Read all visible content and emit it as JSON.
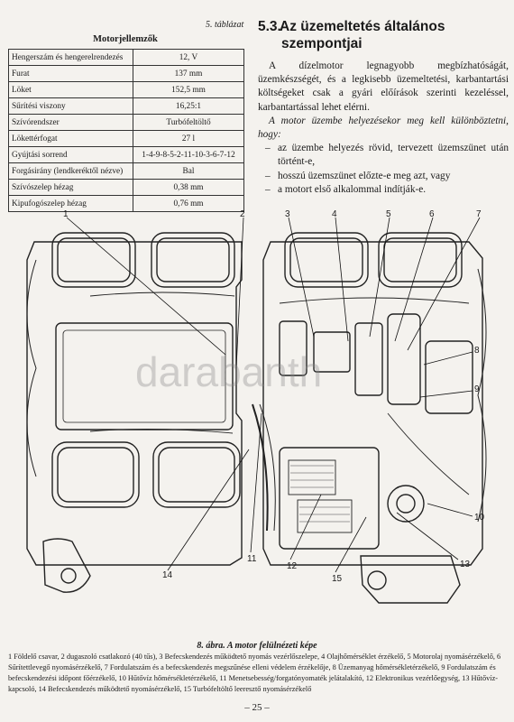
{
  "table": {
    "caption": "5. táblázat",
    "title": "Motorjellemzők",
    "rows": [
      {
        "label": "Hengerszám és hengerelrendezés",
        "value": "12, V"
      },
      {
        "label": "Furat",
        "value": "137 mm"
      },
      {
        "label": "Löket",
        "value": "152,5 mm"
      },
      {
        "label": "Sűrítési viszony",
        "value": "16,25:1"
      },
      {
        "label": "Szívórendszer",
        "value": "Turbófeltöltő"
      },
      {
        "label": "Lökettérfogat",
        "value": "27 l"
      },
      {
        "label": "Gyújtási sorrend",
        "value": "1-4-9-8-5-2-11-10-3-6-7-12"
      },
      {
        "label": "Forgásirány (lendkeréktől nézve)",
        "value": "Bal"
      },
      {
        "label": "Szívószelep hézag",
        "value": "0,38 mm"
      },
      {
        "label": "Kipufogószelep hézag",
        "value": "0,76 mm"
      }
    ]
  },
  "section": {
    "number": "5.3.",
    "title_line1": "Az üzemeltetés általános",
    "title_line2": "szempontjai",
    "paragraph1": "A dízelmotor legnagyobb megbízhatóságát, üzemkészségét, és a legkisebb üzemeltetési, karbantartási költségeket csak a gyári előírások szerinti kezeléssel, karbantartással lehet elérni.",
    "paragraph2": "A motor üzembe helyezésekor meg kell különböztetni, hogy:",
    "bullets": [
      "az üzembe helyezés rövid, tervezett üzemszünet után történt-e,",
      "hosszú üzemszünet előzte-e meg azt, vagy",
      "a motort első alkalommal indítják-e."
    ]
  },
  "figure": {
    "callouts": [
      "1",
      "2",
      "3",
      "4",
      "5",
      "6",
      "7",
      "8",
      "9",
      "10",
      "11",
      "12",
      "13",
      "14",
      "15"
    ],
    "watermark": "darabanth",
    "caption": "8. ábra. A motor felülnézeti képe",
    "legend": "1 Földelő csavar, 2 dugaszoló csatlakozó (40 tűs), 3 Befecskendezés működtető nyomás vezérlőszelepe, 4 Olajhőmérséklet érzékelő, 5 Motorolaj nyomásérzékelő, 6 Sűrítettlevegő nyomásérzékelő, 7 Fordulatszám és a befecskendezés megszűnése elleni védelem érzékelője, 8 Üzemanyag hőmérsékletérzékelő, 9 Fordulatszám és befecskendezési időpont főérzékelő, 10 Hűtővíz hőmérsékletérzékelő, 11 Menetsebesség/forgatónyomaték jelátalakító, 12 Elektronikus vezérlőegység, 13 Hűtővíz-kapcsoló, 14 Befecskendezés működtető nyomásérzékelő, 15 Turbófeltöltő leeresztő nyomásérzékelő"
  },
  "page_number": "– 25 –"
}
